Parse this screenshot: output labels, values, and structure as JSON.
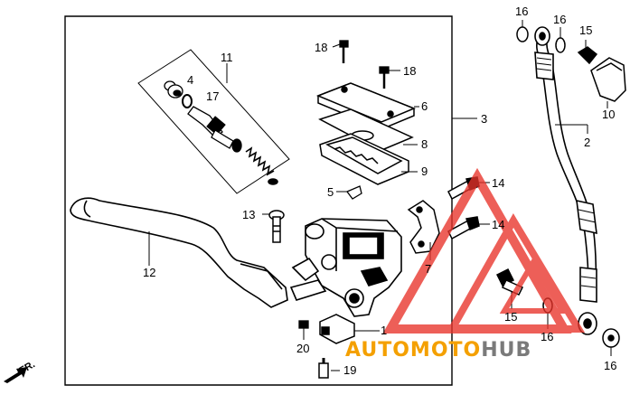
{
  "diagram": {
    "callouts": {
      "c1": "1",
      "c2": "2",
      "c3": "3",
      "c4": "4",
      "c5": "5",
      "c6": "6",
      "c7": "7",
      "c8": "8",
      "c9": "9",
      "c10": "10",
      "c11": "11",
      "c12": "12",
      "c13": "13",
      "c14a": "14",
      "c14b": "14",
      "c15a": "15",
      "c15b": "15",
      "c16a": "16",
      "c16b": "16",
      "c16c": "16",
      "c16d": "16",
      "c17": "17",
      "c18a": "18",
      "c18b": "18",
      "c19": "19",
      "c20": "20"
    },
    "direction_label": "FR.",
    "watermark": {
      "text": "AUTOMOTOHUB",
      "part1": "AUTOMOTO",
      "part2": "HUB",
      "color_orange": "#f4a000",
      "color_grey": "#7a7a7a",
      "color_red": "#e8332a"
    }
  }
}
